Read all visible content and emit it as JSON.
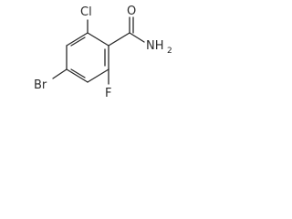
{
  "molecule": {
    "atoms": {
      "chlorine": "Cl",
      "oxygen": "O",
      "amide_n": "NH",
      "amide_sub": "2",
      "bromine": "Br",
      "fluorine": "F"
    },
    "colors": {
      "line": "#2a2a2a",
      "background": "#ffffff"
    }
  }
}
